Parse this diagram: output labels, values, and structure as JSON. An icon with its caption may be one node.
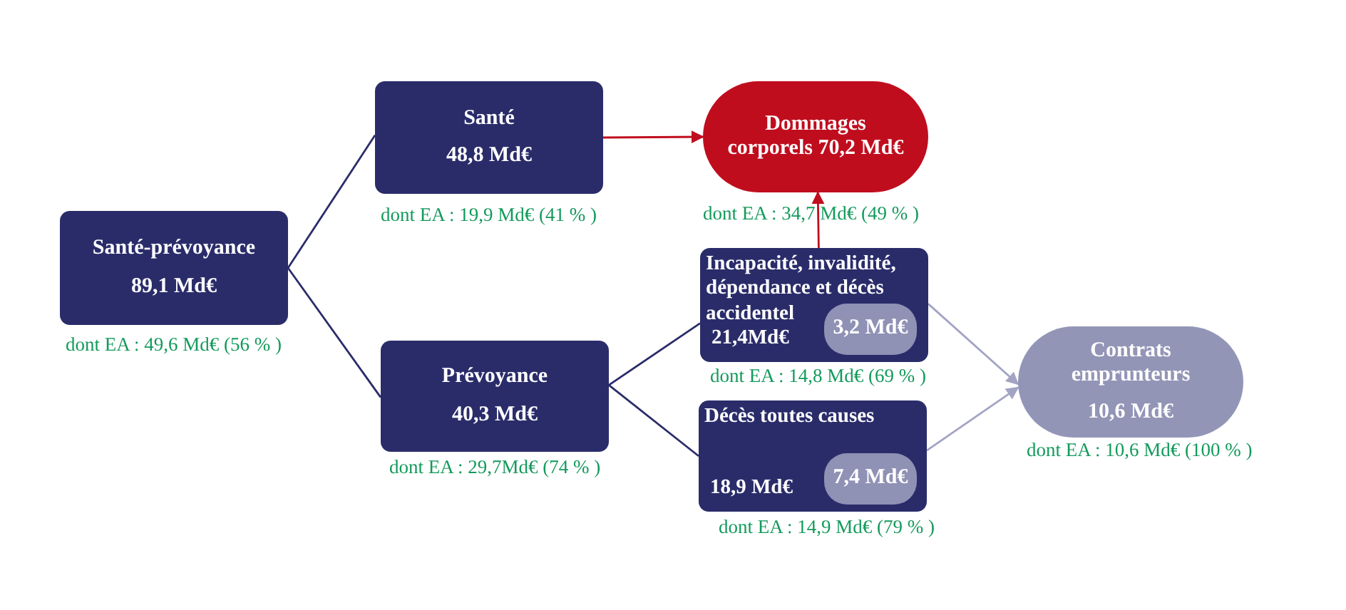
{
  "diagram": {
    "nodes": [
      {
        "text": [
          "Santé-prévoyance",
          "89,1 Md€"
        ],
        "beside": [
          "dont EA : 49,6 Md€ (56 % )"
        ]
      },
      {
        "text": [
          "Santé",
          "48,8 Md€"
        ],
        "beside": [
          "dont EA : 19,9 Md€ (41 % )"
        ]
      },
      {
        "text": [
          "Prévoyance",
          "40,3 Md€"
        ],
        "beside": [
          "dont EA : 29,7Md€ (74 % )"
        ]
      },
      {
        "text": [
          "Dommages corporels 70,2 Md€"
        ],
        "beside": [
          "dont EA : 34,7 Md€ (49 % )"
        ]
      },
      {
        "text": [
          "Incapacité, invalidité, dépendance et décès accidentel",
          "21,4Md€"
        ],
        "beside": [
          "dont EA : 14,8 Md€ (69 % )"
        ]
      },
      {
        "text": [
          "3,2 Md€"
        ],
        "in": 4
      },
      {
        "text": [
          "Décès toutes causes",
          "18,9 Md€"
        ],
        "beside": [
          "dont EA : 14,9 Md€ (79 % )"
        ]
      },
      {
        "text": [
          "7,4 Md€"
        ],
        "in": 6
      },
      {
        "text": [
          "Contrats emprunteurs",
          "10,6 Md€"
        ],
        "beside": [
          "dont EA : 10,6 Md€ (100 % )"
        ]
      }
    ],
    "edges": [
      {
        "from": 0,
        "to": 1,
        "arrow": "none"
      },
      {
        "from": 0,
        "to": 2,
        "arrow": "none"
      },
      {
        "from": 1,
        "to": 3,
        "arrow": "to",
        "color": "#c00d1e"
      },
      {
        "from": 2,
        "to": 4,
        "arrow": "none"
      },
      {
        "from": 2,
        "to": 6,
        "arrow": "none"
      },
      {
        "from": 4,
        "to": 3,
        "arrow": "to",
        "color": "#c00d1e"
      },
      {
        "from": 4,
        "to": 8,
        "arrow": "to",
        "color": "#a3a4c4"
      },
      {
        "from": 6,
        "to": 8,
        "arrow": "to",
        "color": "#a3a4c4"
      }
    ]
  }
}
